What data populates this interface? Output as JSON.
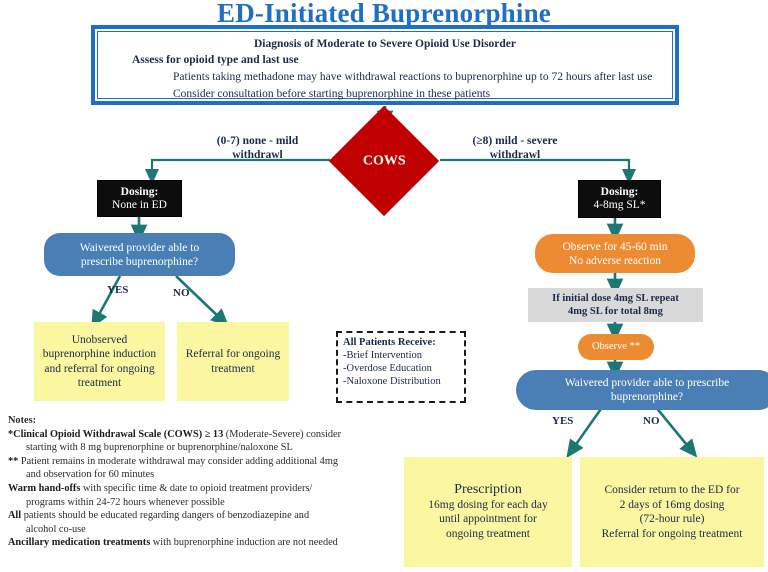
{
  "title": "ED-Initiated Buprenorphine",
  "colors": {
    "title_blue": "#1f6fc4",
    "header_border": "#1f6fc4",
    "diamond_red": "#c00000",
    "arrow_teal": "#1d7874",
    "blue_pill": "#4a7fb5",
    "orange_pill": "#ed8b33",
    "gray_box": "#d9d9d9",
    "yellow_box": "#fbf7a0",
    "black_box": "#0d0d0d"
  },
  "header": {
    "line1": "Diagnosis of Moderate to Severe Opioid Use Disorder",
    "line2": "Assess for opioid type and last use",
    "line3": "Patients taking methadone may have withdrawal reactions to buprenorphine up to 72 hours after last use",
    "line4": "Consider consultation before starting buprenorphine in these patients"
  },
  "decision": {
    "label": "COWS",
    "left_edge_line1": "(0-7) none - mild",
    "left_edge_line2": "withdrawl",
    "right_edge_line1": "(≥8) mild - severe",
    "right_edge_line2": "withdrawl"
  },
  "left_branch": {
    "dosing_title": "Dosing:",
    "dosing_value": "None in ED",
    "waiver_line1": "Waivered provider able to",
    "waiver_line2": "prescribe buprenorphine?",
    "yes_label": "YES",
    "no_label": "NO",
    "yes_outcome": "Unobserved buprenorphine induction and referral for ongoing treatment",
    "no_outcome": "Referral for ongoing treatment"
  },
  "right_branch": {
    "dosing_title": "Dosing:",
    "dosing_value": "4-8mg SL*",
    "observe_line1": "Observe for 45-60 min",
    "observe_line2": "No adverse reaction",
    "repeat_line1": "If initial dose 4mg SL repeat",
    "repeat_line2": "4mg SL for total 8mg",
    "observe2": "Observe **",
    "waiver_line1": "Waivered provider able to prescribe",
    "waiver_line2": "buprenorphine?",
    "yes_label": "YES",
    "no_label": "NO",
    "yes_outcome_line1": "Prescription",
    "yes_outcome_line2": "16mg dosing for each day",
    "yes_outcome_line3": "until appointment for",
    "yes_outcome_line4": "ongoing treatment",
    "no_outcome_line1": "Consider return to the ED for",
    "no_outcome_line2": "2 days of 16mg dosing",
    "no_outcome_line3": "(72-hour rule)",
    "no_outcome_line4": "Referral for ongoing treatment"
  },
  "all_patients": {
    "heading": "All Patients Receive:",
    "item1": "-Brief Intervention",
    "item2": "-Overdose Education",
    "item3": "-Naloxone Distribution"
  },
  "notes": {
    "heading": "Notes:",
    "n1_bold": "*Clinical Opioid Withdrawal Scale (COWS) ≥ 13",
    "n1_rest": " (Moderate-Severe) consider",
    "n1_cont": "starting with 8 mg buprenorphine or buprenorphine/naloxone SL",
    "n2_bold": "**",
    "n2_rest": " Patient remains in moderate withdrawal may consider adding additional 4mg",
    "n2_cont": "and observation for 60 minutes",
    "n3_bold": "Warm hand-offs",
    "n3_rest": " with specific time & date to opioid treatment providers/",
    "n3_cont": "programs within 24-72 hours whenever possible",
    "n4_bold": "All",
    "n4_rest": " patients should be educated regarding dangers of benzodiazepine and",
    "n4_cont": "alcohol co-use",
    "n5_bold": "Ancillary medication treatments",
    "n5_rest": " with buprenorphine induction are not needed"
  }
}
